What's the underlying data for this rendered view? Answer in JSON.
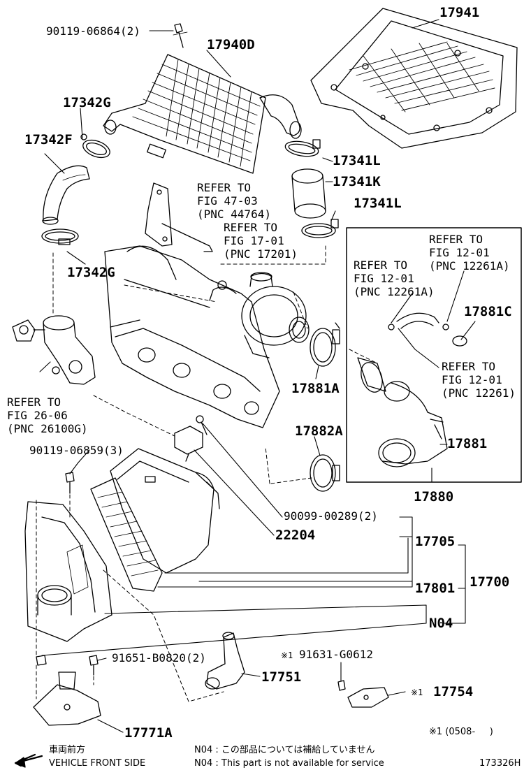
{
  "labels": {
    "p90119_06864": "90119-06864(2)",
    "p17941": "17941",
    "p17940D": "17940D",
    "p17342G_top": "17342G",
    "p17342F": "17342F",
    "p17341L_a": "17341L",
    "p17341K": "17341K",
    "p17341L_b": "17341L",
    "p17342G_bot": "17342G",
    "p17881C": "17881C",
    "p17881A": "17881A",
    "p17882A": "17882A",
    "p17881": "17881",
    "p17880": "17880",
    "p90119_06859": "90119-06859(3)",
    "p90099_00289": "90099-00289(2)",
    "p22204": "22204",
    "p17705": "17705",
    "p17801": "17801",
    "p17700": "17700",
    "pN04": "N04",
    "p91651": "91651-B0820(2)",
    "p91631": "91631-G0612",
    "p91631_mark": "※1",
    "p17751": "17751",
    "p17754": "17754",
    "p17754_mark": "※1",
    "p17771A": "17771A"
  },
  "references": {
    "fig47": [
      "REFER TO",
      "FIG 47-03",
      "(PNC 44764)"
    ],
    "fig17": [
      "REFER TO",
      "FIG 17-01",
      "(PNC 17201)"
    ],
    "fig12_right": [
      "REFER TO",
      "FIG 12-01",
      "(PNC 12261A)"
    ],
    "fig12_left": [
      "REFER TO",
      "FIG 12-01",
      "(PNC 12261A)"
    ],
    "fig12_low": [
      "REFER TO",
      "FIG 12-01",
      "(PNC 12261)"
    ],
    "fig26": [
      "REFER TO",
      "FIG 26-06",
      "(PNC 26100G)"
    ]
  },
  "footer": {
    "front_jp": "車両前方",
    "front_en": "VEHICLE FRONT SIDE",
    "note_jp": "N04 : この部品については補給していません",
    "note_en": "N04 : This part is not available for service",
    "date_note": "※1 (0508-     )",
    "figure_id": "173326H"
  }
}
